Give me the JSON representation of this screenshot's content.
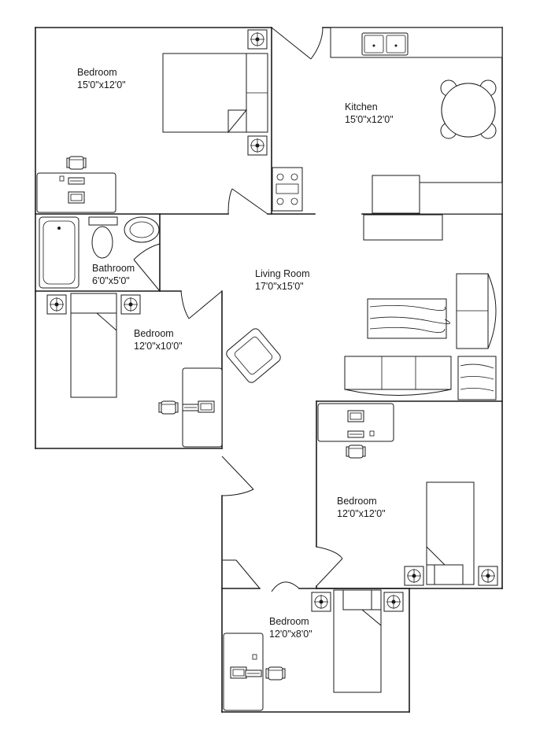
{
  "rooms": {
    "bedroom_top": {
      "name": "Bedroom",
      "size": "15'0\"x12'0\""
    },
    "kitchen": {
      "name": "Kitchen",
      "size": "15'0\"x12'0\""
    },
    "bathroom": {
      "name": "Bathroom",
      "size": "6'0\"x5'0\""
    },
    "living_room": {
      "name": "Living Room",
      "size": "17'0\"x15'0\""
    },
    "bedroom_mid_left": {
      "name": "Bedroom",
      "size": "12'0\"x10'0\""
    },
    "bedroom_right": {
      "name": "Bedroom",
      "size": "12'0\"x12'0\""
    },
    "bedroom_bottom": {
      "name": "Bedroom",
      "size": "12'0\"x8'0\""
    }
  },
  "colors": {
    "line": "#1a1a1a",
    "background": "#ffffff"
  }
}
